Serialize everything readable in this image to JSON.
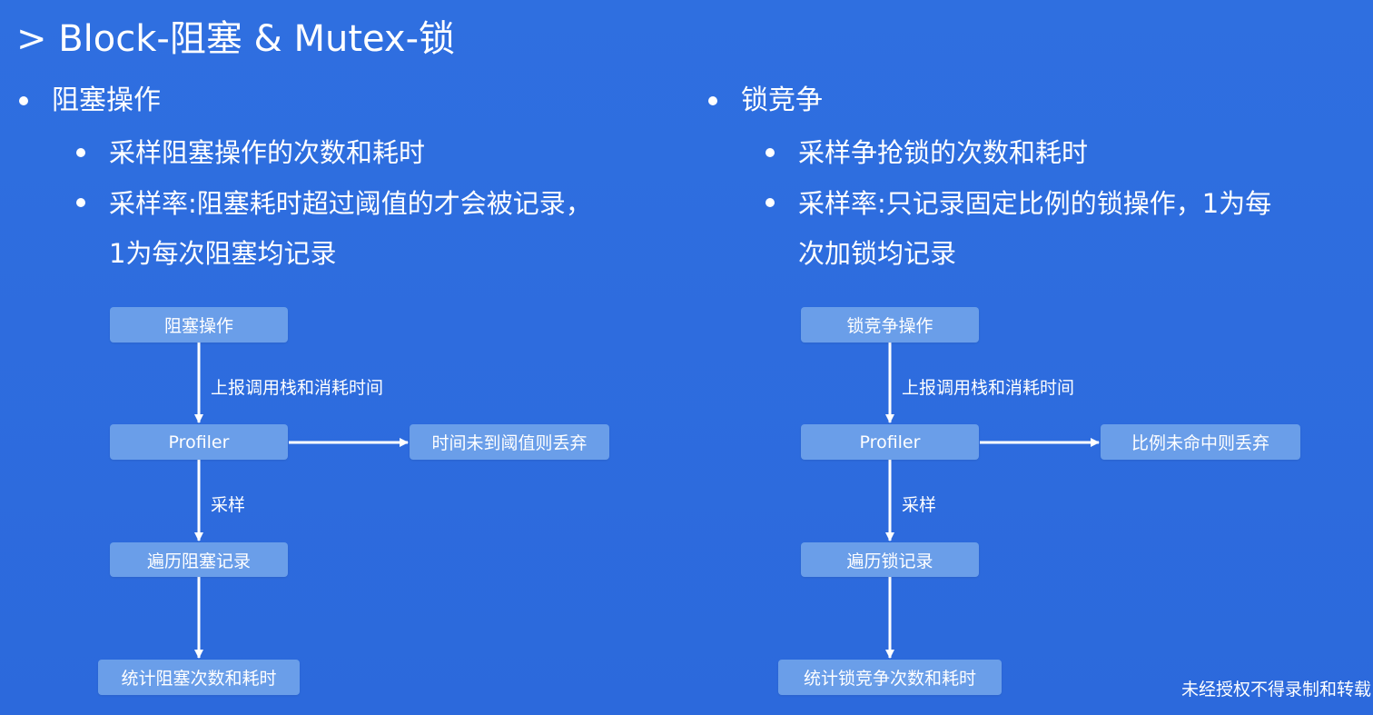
{
  "title": "> Block-阻塞 & Mutex-锁",
  "left": {
    "heading": "阻塞操作",
    "items": [
      "采样阻塞操作的次数和耗时",
      "采样率:阻塞耗时超过阈值的才会被记录，",
      "1为每次阻塞均记录"
    ],
    "flow": {
      "start": "阻塞操作",
      "edge1": "上报调用栈和消耗时间",
      "profiler": "Profiler",
      "discard": "时间未到阈值则丢弃",
      "edge2": "采样",
      "traverse": "遍历阻塞记录",
      "stat": "统计阻塞次数和耗时"
    }
  },
  "right": {
    "heading": "锁竞争",
    "items": [
      "采样争抢锁的次数和耗时",
      "采样率:只记录固定比例的锁操作，1为每",
      "次加锁均记录"
    ],
    "flow": {
      "start": "锁竞争操作",
      "edge1": "上报调用栈和消耗时间",
      "profiler": "Profiler",
      "discard": "比例未命中则丢弃",
      "edge2": "采样",
      "traverse": "遍历锁记录",
      "stat": "统计锁竞争次数和耗时"
    }
  },
  "footer": "未经授权不得录制和转载",
  "colors": {
    "background": "#2f6fe0",
    "node": "#6a9ee9",
    "text": "#ffffff"
  }
}
